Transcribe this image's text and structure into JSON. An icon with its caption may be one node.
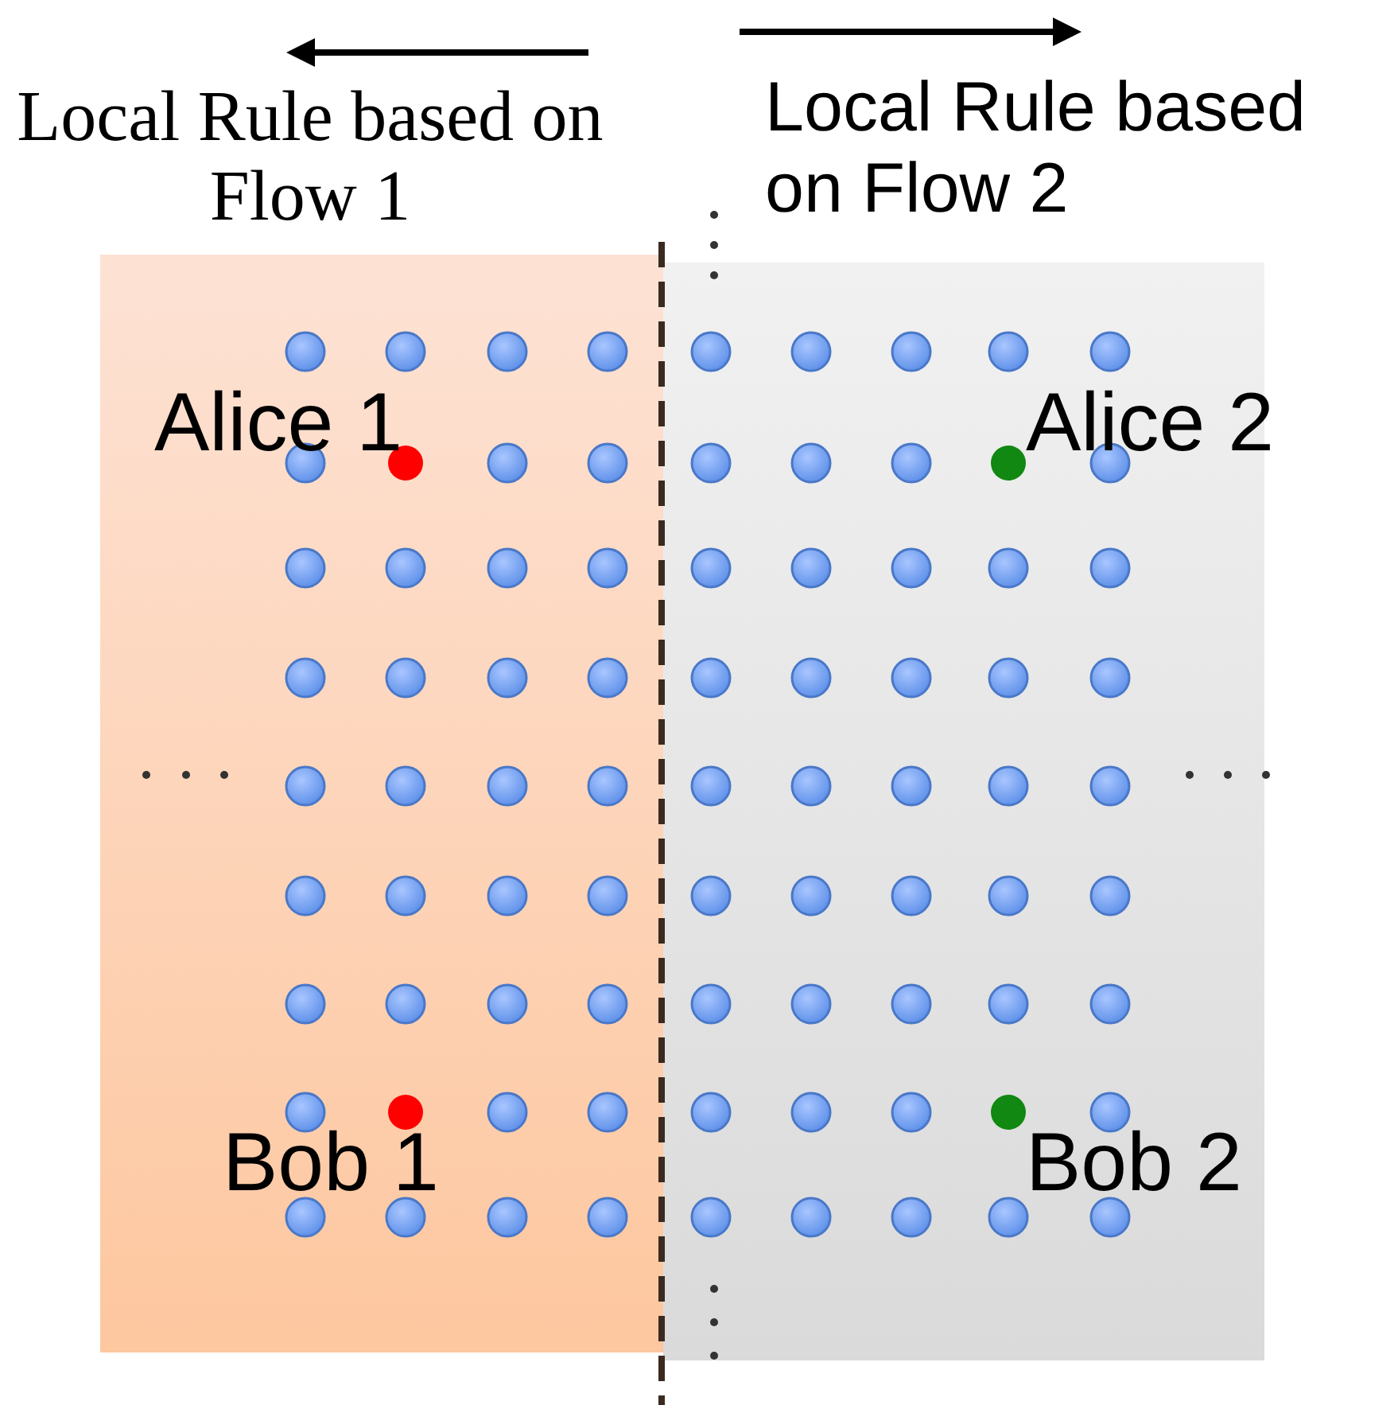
{
  "diagram": {
    "nodes": [
      {
        "text": [
          "Local Rule based on Flow 1"
        ]
      },
      {
        "text": [
          "Local Rule based on Flow 2"
        ]
      }
    ],
    "labels": [
      "Alice 1",
      "Alice 2",
      "Bob 1",
      "Bob 2"
    ]
  }
}
